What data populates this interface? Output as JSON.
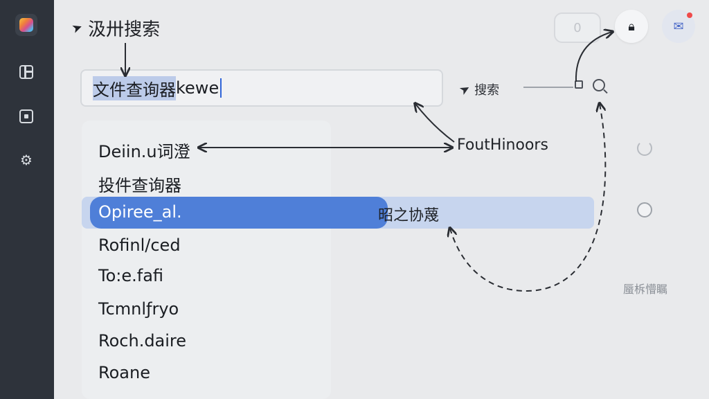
{
  "header": {
    "title": "汲卅搜索"
  },
  "toolbar": {
    "pill_value": "0"
  },
  "search": {
    "query_highlight": "文件查询器",
    "query_rest": " kewe",
    "hint_label": "搜索"
  },
  "list": {
    "items": [
      {
        "label": "Deiin.u词澄"
      },
      {
        "label": "投件查询器"
      },
      {
        "label": "Opiree_al."
      },
      {
        "label": "Rofinl/ced"
      },
      {
        "label": "To:e.fafi"
      },
      {
        "label": "Tcmnlƒryo"
      },
      {
        "label": "Roch.daire"
      },
      {
        "label": "Roane"
      }
    ],
    "selected_index": 2
  },
  "annotations": {
    "right_of_row1": "FoutHinoors",
    "right_of_selected": "昭之协蔑",
    "faint_right": "蜃柝懵瞩"
  },
  "colors": {
    "sidebar": "#2e333b",
    "accent": "#4f7fd8",
    "selection_bg": "#c7d5ee",
    "notification": "#ef4a4a"
  },
  "icons": {
    "sidebar": [
      "app-logo-icon",
      "layout-icon",
      "edit-icon",
      "settings-icon"
    ],
    "header": [
      "back-arrow-icon",
      "lock-icon",
      "mail-icon"
    ]
  }
}
